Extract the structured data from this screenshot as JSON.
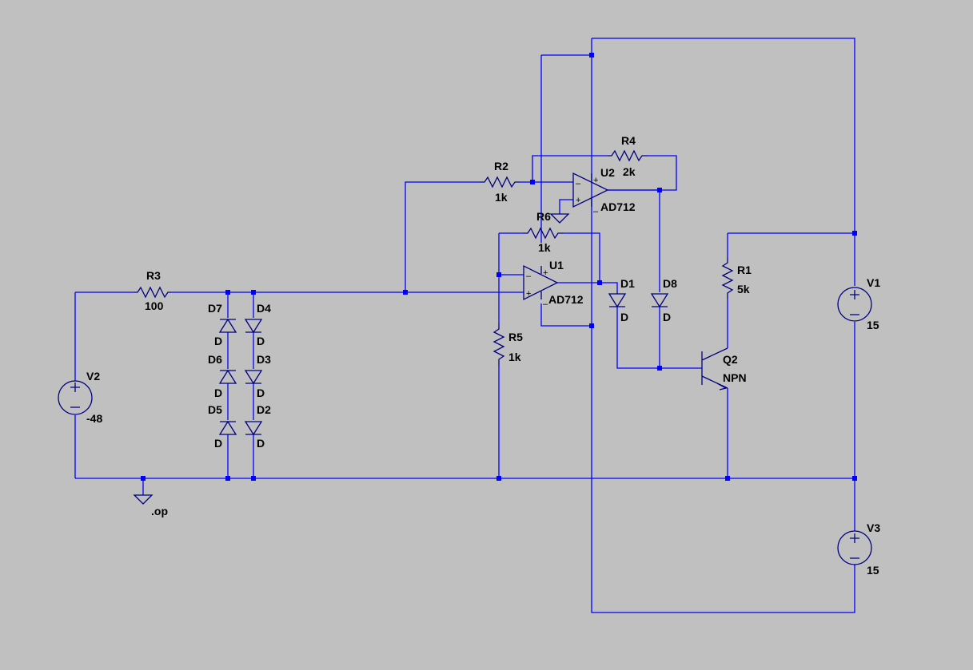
{
  "colors": {
    "background": "#c0c0c0",
    "wire": "#0000ff",
    "component": "#000080",
    "text": "#000000"
  },
  "components": {
    "R3": {
      "name": "R3",
      "value": "100"
    },
    "R2": {
      "name": "R2",
      "value": "1k"
    },
    "R4": {
      "name": "R4",
      "value": "2k"
    },
    "R6": {
      "name": "R6",
      "value": "1k"
    },
    "R5": {
      "name": "R5",
      "value": "1k"
    },
    "R1": {
      "name": "R1",
      "value": "5k"
    },
    "U1": {
      "name": "U1",
      "value": "AD712"
    },
    "U2": {
      "name": "U2",
      "value": "AD712"
    },
    "D1": {
      "name": "D1",
      "value": "D"
    },
    "D8": {
      "name": "D8",
      "value": "D"
    },
    "D7": {
      "name": "D7",
      "value": "D"
    },
    "D6": {
      "name": "D6",
      "value": "D"
    },
    "D5": {
      "name": "D5",
      "value": "D"
    },
    "D4": {
      "name": "D4",
      "value": "D"
    },
    "D3": {
      "name": "D3",
      "value": "D"
    },
    "D2": {
      "name": "D2",
      "value": "D"
    },
    "Q2": {
      "name": "Q2",
      "value": "NPN"
    },
    "V1": {
      "name": "V1",
      "value": "15"
    },
    "V2": {
      "name": "V2",
      "value": "-48"
    },
    "V3": {
      "name": "V3",
      "value": "15"
    }
  },
  "directive": ".op"
}
